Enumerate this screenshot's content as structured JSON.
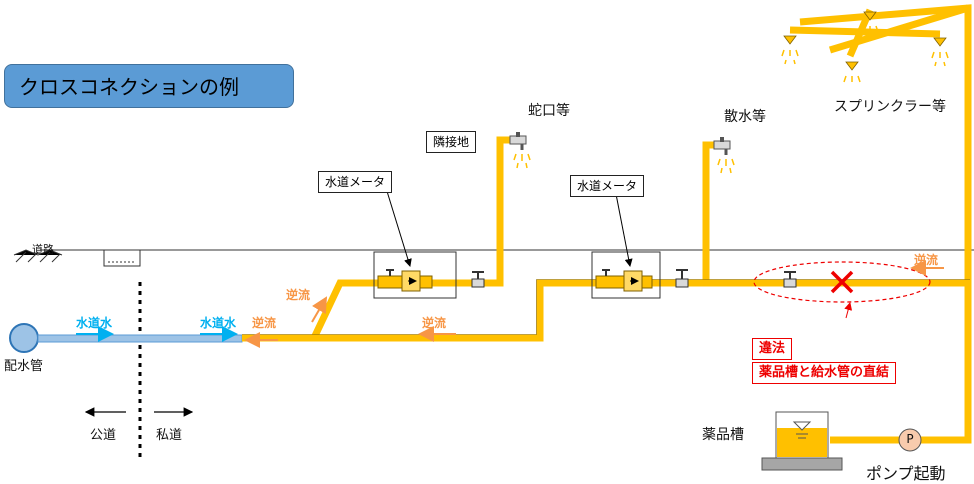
{
  "title": "クロスコネクションの例",
  "labels": {
    "road": "道路",
    "main_pipe": "配水管",
    "public_road": "公道",
    "private_road": "私道",
    "meter1": "水道メータ",
    "meter2": "水道メータ",
    "neighbor": "隣接地",
    "faucet": "蛇口等",
    "sprinkle": "散水等",
    "sprinkler": "スプリンクラー等",
    "tank": "薬品槽",
    "pump_start": "ポンプ起動",
    "pump_symbol": "P"
  },
  "flows": {
    "tap_water_1": "水道水",
    "tap_water_2": "水道水",
    "backflow_1": "逆流",
    "backflow_2": "逆流",
    "backflow_3": "逆流",
    "backflow_4": "逆流"
  },
  "violation": {
    "title": "違法",
    "detail": "薬品槽と給水管の直結"
  },
  "colors": {
    "pipe_yellow": "#ffc000",
    "pipe_blue": "#9dc3e6",
    "arrow_blue": "#00b0f0",
    "arrow_orange": "#f79646",
    "violation_red": "#ff0000",
    "title_fill": "#5b9bd5"
  }
}
